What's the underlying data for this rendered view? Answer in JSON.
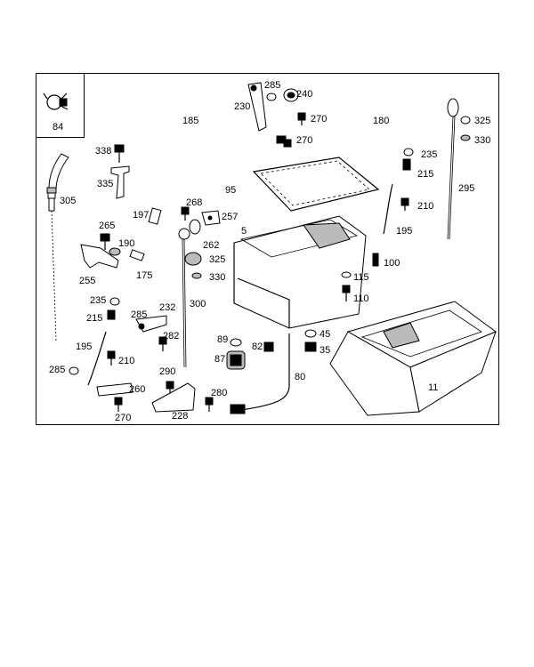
{
  "labels": {
    "l84": "84",
    "l305": "305",
    "l338": "338",
    "l335": "335",
    "l185": "185",
    "l197": "197",
    "l268": "268",
    "l257": "257",
    "l265": "265",
    "l190": "190",
    "l262": "262",
    "l325a": "325",
    "l330a": "330",
    "l255": "255",
    "l175": "175",
    "l300": "300",
    "l235a": "235",
    "l232": "232",
    "l215a": "215",
    "l285a": "285",
    "l195a": "195",
    "l282": "282",
    "l210a": "210",
    "l285b": "285",
    "l290": "290",
    "l260": "260",
    "l270a": "270",
    "l228": "228",
    "l280": "280",
    "l89": "89",
    "l87": "87",
    "l82": "82",
    "l80": "80",
    "l45": "45",
    "l35": "35",
    "l11": "11",
    "l230": "230",
    "l285c": "285",
    "l240": "240",
    "l270b": "270",
    "l270c": "270",
    "l180": "180",
    "l95": "95",
    "l5": "5",
    "l115": "115",
    "l110": "110",
    "l100": "100",
    "l235b": "235",
    "l215b": "215",
    "l210b": "210",
    "l195b": "195",
    "l325b": "325",
    "l330b": "330",
    "l295": "295"
  },
  "colors": {
    "line": "#000000",
    "fill": "#ffffff",
    "shade": "#bbbbbb",
    "background": "#ffffff"
  }
}
